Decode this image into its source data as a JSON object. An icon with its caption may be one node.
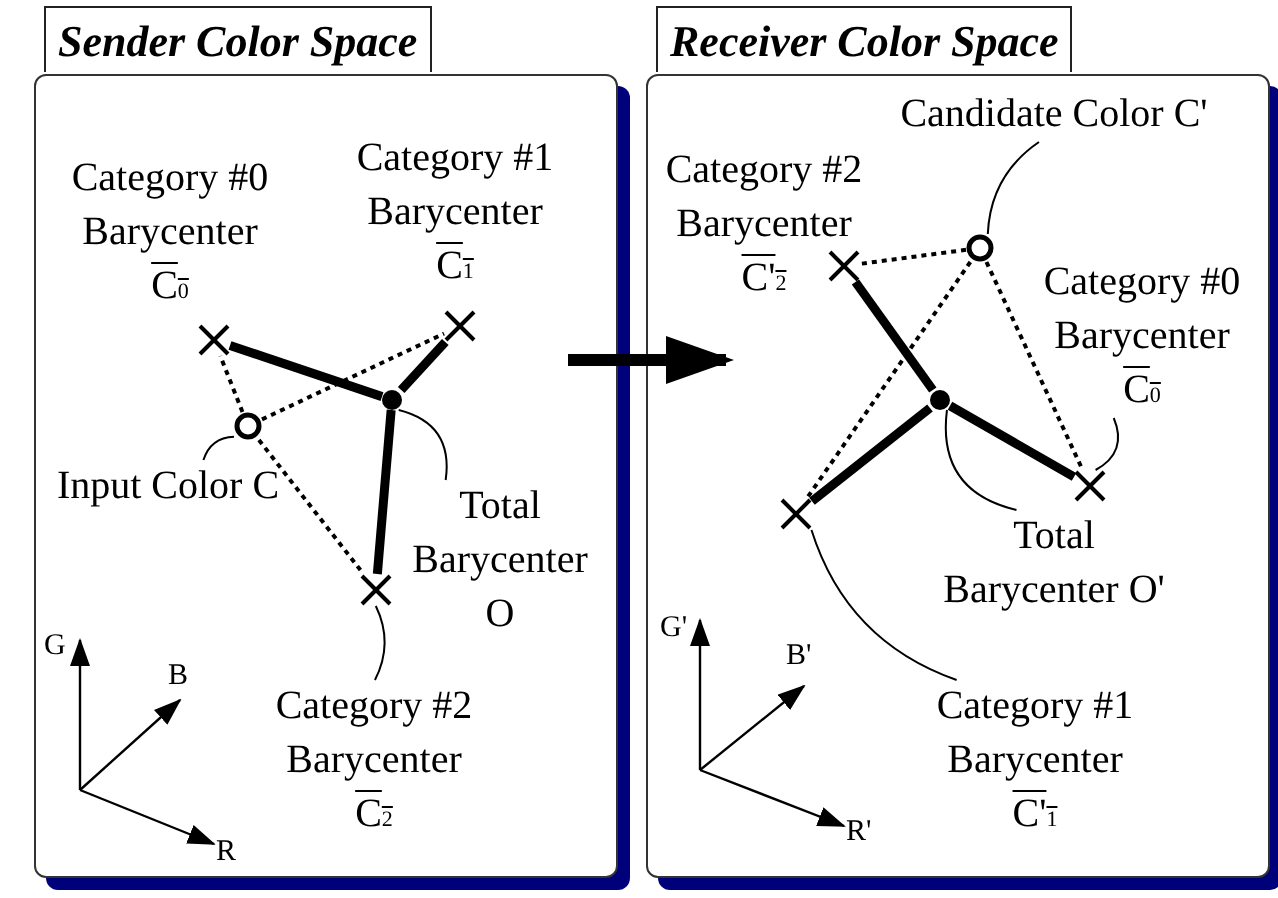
{
  "diagram": {
    "nodes": [
      {
        "text": [
          "Sender Color Space"
        ]
      },
      {
        "text": [
          "Receiver Color Space"
        ]
      },
      {
        "text": [
          "Category #0 Barycenter",
          "C$_{0}$"
        ],
        "in": 0
      },
      {
        "text": [
          "Category #1 Barycenter",
          "C$_{1}$"
        ],
        "in": 0
      },
      {
        "text": [],
        "shape": "cross",
        "in": 0
      },
      {
        "text": [],
        "shape": "cross",
        "in": 0
      },
      {
        "text": [],
        "shape": "circle",
        "in": 0
      },
      {
        "text": [],
        "shape": "dot",
        "in": 0
      },
      {
        "text": [],
        "shape": "cross",
        "in": 0
      },
      {
        "text": [
          "Input Color C"
        ],
        "in": 0
      },
      {
        "text": [
          "Total Barycenter O"
        ],
        "in": 0
      },
      {
        "text": [
          "Category #2 Barycenter",
          "C$_{2}$"
        ],
        "in": 0
      },
      {
        "text": [
          "Candidate Color C'"
        ],
        "in": 1
      },
      {
        "text": [
          "Category #2 Barycenter",
          "C'$_{2}$"
        ],
        "in": 1
      },
      {
        "text": [],
        "shape": "cross",
        "in": 1
      },
      {
        "text": [],
        "shape": "circle",
        "in": 1
      },
      {
        "text": [
          "Category #0 Barycenter",
          "C$_{0}$"
        ],
        "in": 1
      },
      {
        "text": [],
        "shape": "dot",
        "in": 1
      },
      {
        "text": [],
        "shape": "cross",
        "in": 1
      },
      {
        "text": [],
        "shape": "cross",
        "in": 1
      },
      {
        "text": [
          "Total Barycenter O'"
        ],
        "in": 1
      },
      {
        "text": [
          "Category #1 Barycenter",
          "C'$_{1}$"
        ],
        "in": 1
      }
    ],
    "edges": [
      {
        "from": 0,
        "to": 1,
        "arrow": "to",
        "style": "thick"
      },
      {
        "from": 7,
        "to": 4,
        "arrow": "none",
        "style": "thick"
      },
      {
        "from": 7,
        "to": 5,
        "arrow": "none",
        "style": "thick"
      },
      {
        "from": 7,
        "to": 8,
        "arrow": "none",
        "style": "thick"
      },
      {
        "from": 6,
        "to": 4,
        "arrow": "none",
        "style": "dashed"
      },
      {
        "from": 6,
        "to": 5,
        "arrow": "none",
        "style": "dashed"
      },
      {
        "from": 6,
        "to": 8,
        "arrow": "none",
        "style": "dashed"
      },
      {
        "from": 9,
        "to": 6,
        "arrow": "none"
      },
      {
        "from": 10,
        "to": 7,
        "arrow": "none"
      },
      {
        "from": 11,
        "to": 8,
        "arrow": "none"
      },
      {
        "from": 17,
        "to": 14,
        "arrow": "none",
        "style": "thick"
      },
      {
        "from": 17,
        "to": 18,
        "arrow": "none",
        "style": "thick"
      },
      {
        "from": 17,
        "to": 19,
        "arrow": "none",
        "style": "thick"
      },
      {
        "from": 15,
        "to": 14,
        "arrow": "none",
        "style": "dashed"
      },
      {
        "from": 15,
        "to": 18,
        "arrow": "none",
        "style": "dashed"
      },
      {
        "from": 15,
        "to": 19,
        "arrow": "none",
        "style": "dashed"
      },
      {
        "from": 12,
        "to": 15,
        "arrow": "none"
      },
      {
        "from": 20,
        "to": 17,
        "arrow": "none"
      },
      {
        "from": 21,
        "to": 18,
        "arrow": "none"
      },
      {
        "from": 16,
        "to": 19,
        "arrow": "none"
      }
    ],
    "labels": [
      "G",
      "B",
      "R",
      "G'",
      "B'",
      "R'"
    ]
  }
}
